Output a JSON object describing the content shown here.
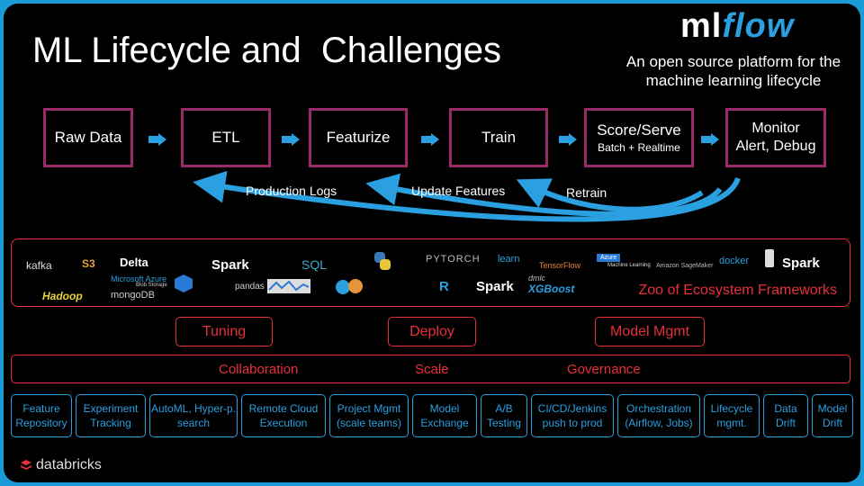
{
  "slide": {
    "title": "ML Lifecycle and  Challenges",
    "brand": {
      "ml": "ml",
      "flow": "flow",
      "tagline": "An open source platform for the machine learning lifecycle"
    },
    "stages": [
      {
        "main": "Raw Data",
        "sub": ""
      },
      {
        "main": "ETL",
        "sub": ""
      },
      {
        "main": "Featurize",
        "sub": ""
      },
      {
        "main": "Train",
        "sub": ""
      },
      {
        "main": "Score/Serve",
        "sub": "Batch + Realtime"
      },
      {
        "main": "Monitor",
        "sub": "Alert, Debug"
      }
    ],
    "feedback": [
      "Production Logs",
      "Update Features",
      "Retrain"
    ],
    "ecosystem": {
      "label": "Zoo of Ecosystem Frameworks",
      "logos": [
        "kafka",
        "S3",
        "Delta",
        "Microsoft Azure",
        "Blob Storage",
        "Hadoop",
        "mongoDB",
        "Spark",
        "pandas",
        "SQL",
        "PYTORCH",
        "learn",
        "TensorFlow",
        "Spark",
        "dmlc",
        "XGBoost",
        "Azure",
        "Machine Learning",
        "Amazon SageMaker",
        "docker",
        "Spark",
        "R"
      ]
    },
    "capabilities": [
      "Tuning",
      "Deploy",
      "Model Mgmt"
    ],
    "scale_bar": [
      "Collaboration",
      "Scale",
      "Governance"
    ],
    "challenges": [
      "Feature Repository",
      "Experiment Tracking",
      "AutoML, Hyper-p. search",
      "Remote Cloud Execution",
      "Project Mgmt (scale teams)",
      "Model Exchange",
      "A/B Testing",
      "CI/CD/Jenkins push to prod",
      "Orchestration (Airflow, Jobs)",
      "Lifecycle mgmt.",
      "Data Drift",
      "Model Drift"
    ],
    "footer_brand": "databricks"
  },
  "colors": {
    "accent_blue": "#2aa0e0",
    "stage_border": "#9b2a6a",
    "red": "#e8303a",
    "frame": "#1a9ad6"
  }
}
